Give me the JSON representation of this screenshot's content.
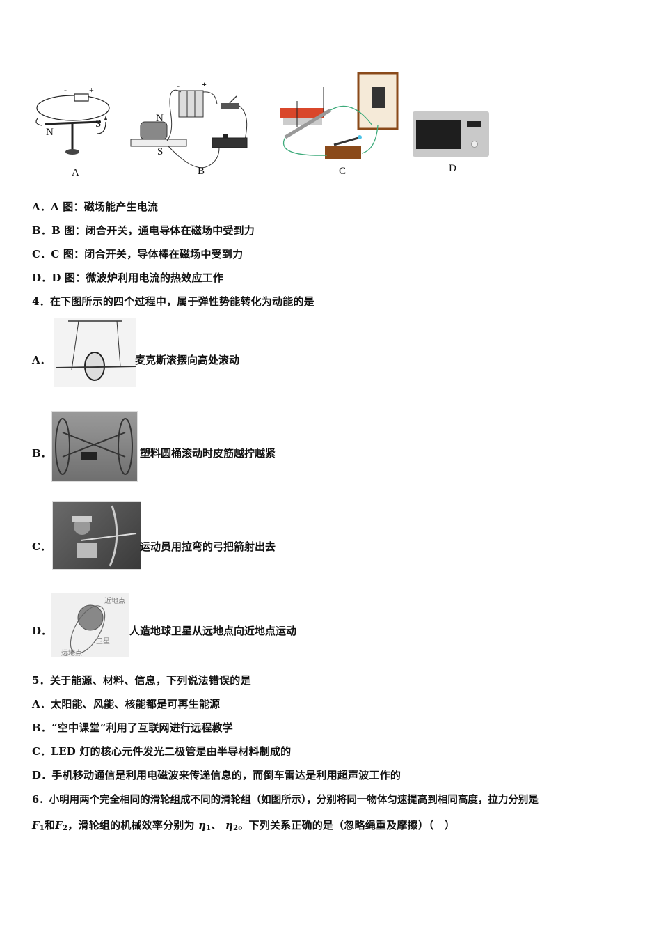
{
  "q3_figures": {
    "A": {
      "label": "A",
      "pole_n": "N",
      "pole_s": "S",
      "minus": "-",
      "plus": "+"
    },
    "B": {
      "label": "B",
      "pole_n": "N",
      "pole_s": "S",
      "minus": "-",
      "plus": "+"
    },
    "C": {
      "label": "C"
    },
    "D": {
      "label": "D"
    }
  },
  "q3_options": [
    {
      "key": "A．",
      "text": "A 图：磁场能产生电流"
    },
    {
      "key": "B．",
      "text": "B 图：闭合开关，通电导体在磁场中受到力"
    },
    {
      "key": "C．",
      "text": "C 图：闭合开关，导体棒在磁场中受到力"
    },
    {
      "key": "D．",
      "text": "D 图：微波炉利用电流的热效应工作"
    }
  ],
  "q4": {
    "stem": "4．在下图所示的四个过程中，属于弹性势能转化为动能的是",
    "options": [
      {
        "key": "A．",
        "text": "麦克斯滚摆向高处滚动"
      },
      {
        "key": "B．",
        "text": "塑料圆桶滚动时皮筋越拧越紧"
      },
      {
        "key": "C．",
        "text": "运动员用拉弯的弓把箭射出去"
      },
      {
        "key": "D．",
        "text": "人造地球卫星从远地点向近地点运动",
        "img_labels": {
          "near": "近地点",
          "far": "远地点",
          "sat": "卫星"
        }
      }
    ]
  },
  "q5": {
    "stem": "5．关于能源、材料、信息，下列说法错误的是",
    "options": [
      {
        "key": "A．",
        "text": "太阳能、风能、核能都是可再生能源"
      },
      {
        "key": "B．",
        "text": "“空中课堂”利用了互联网进行远程教学"
      },
      {
        "key": "C．",
        "text": "LED 灯的核心元件发光二极管是由半导材料制成的"
      },
      {
        "key": "D．",
        "text": "手机移动通信是利用电磁波来传递信息的，而倒车雷达是利用超声波工作的"
      }
    ]
  },
  "q6": {
    "line1": "6．小明用两个完全相同的滑轮组成不同的滑轮组（如图所示），分别将同一物体匀速提高到相同高度，拉力分别是",
    "f": "F",
    "sub1": "1",
    "and": "和",
    "sub2": "2",
    "mid": "，滑轮组的机械效率分别为",
    "eta": "η",
    "sep": "、",
    "end": "。下列关系正确的是（忽略绳重及摩擦）（　）"
  }
}
